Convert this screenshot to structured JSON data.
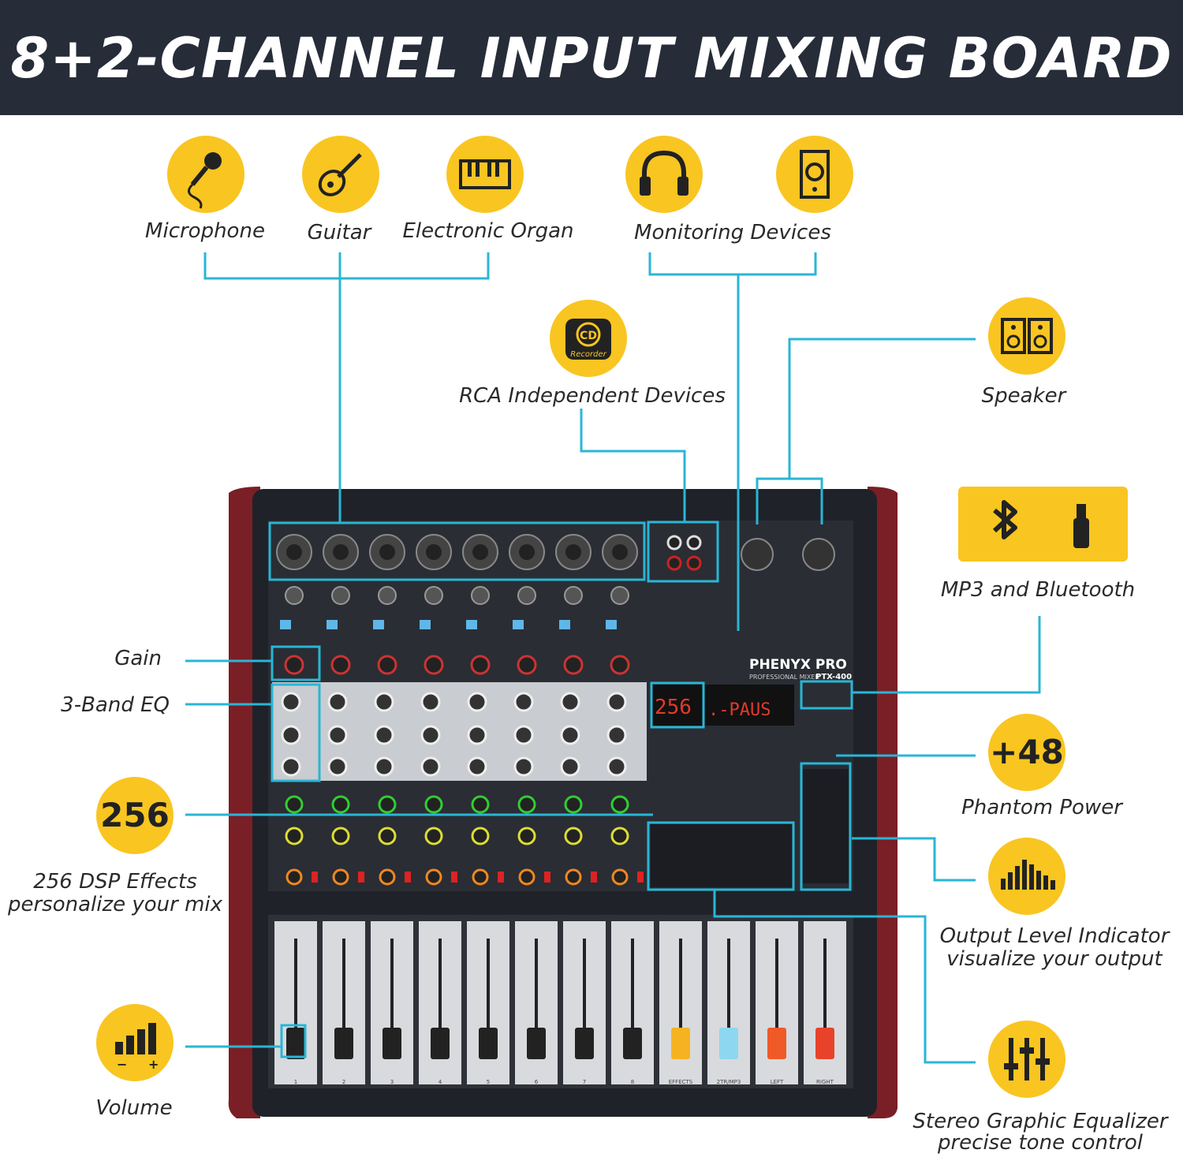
{
  "banner": {
    "title": "8+2-CHANNEL INPUT MIXING BOARD"
  },
  "inputs": {
    "microphone": "Microphone",
    "guitar": "Guitar",
    "organ": "Electronic Organ",
    "monitoring": "Monitoring Devices",
    "rca": "RCA Independent Devices",
    "speaker": "Speaker",
    "mp3": "MP3 and Bluetooth"
  },
  "badges": {
    "cd_top": "CD",
    "cd_bottom": "Recorder",
    "phantom_value": "+48",
    "dsp_value": "256"
  },
  "features": {
    "gain": "Gain",
    "eq": "3-Band EQ",
    "dsp_line1": "256 DSP Effects",
    "dsp_line2": "personalize your mix",
    "phantom": "Phantom Power",
    "output_line1": "Output Level Indicator",
    "output_line2": "visualize your output",
    "volume": "Volume",
    "geq_line1": "Stereo Graphic Equalizer",
    "geq_line2": "precise tone control"
  },
  "mixer": {
    "brand": "PHENYX PRO",
    "model": "PTX-400",
    "subtitle": "PROFESSIONAL MIXER",
    "display_left": "256",
    "display_right": ".-PAUS",
    "fader_labels": [
      "1",
      "2",
      "3",
      "4",
      "5",
      "6",
      "7",
      "8",
      "EFFECTS",
      "2TR/MP3",
      "LEFT",
      "RIGHT"
    ]
  },
  "colors": {
    "accent_yellow": "#f9c521",
    "connector_cyan": "#29b6d6",
    "banner_dark": "#262c38",
    "mixer_red": "#7a1f25"
  }
}
